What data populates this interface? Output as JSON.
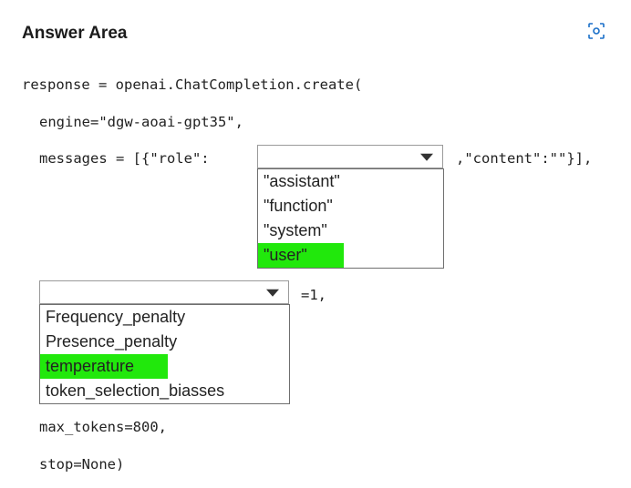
{
  "header": {
    "title": "Answer Area",
    "scan_icon": "scan-icon"
  },
  "code": {
    "line1": "response = openai.ChatCompletion.create(",
    "line2": "engine=\"dgw-aoai-gpt35\",",
    "line3_prefix": "messages = [{\"role\":",
    "line3_suffix": ",\"content\":\"\"}],",
    "line4_suffix": "=1,",
    "line5": "max_tokens=800,",
    "line6": "stop=None)"
  },
  "dropdown_role": {
    "selected": "\"user\"",
    "options": [
      "\"assistant\"",
      "\"function\"",
      "\"system\"",
      "\"user\""
    ]
  },
  "dropdown_param": {
    "selected": "temperature",
    "options": [
      "Frequency_penalty",
      "Presence_penalty",
      "temperature",
      "token_selection_biasses"
    ]
  },
  "colors": {
    "highlight": "#21e80c"
  }
}
